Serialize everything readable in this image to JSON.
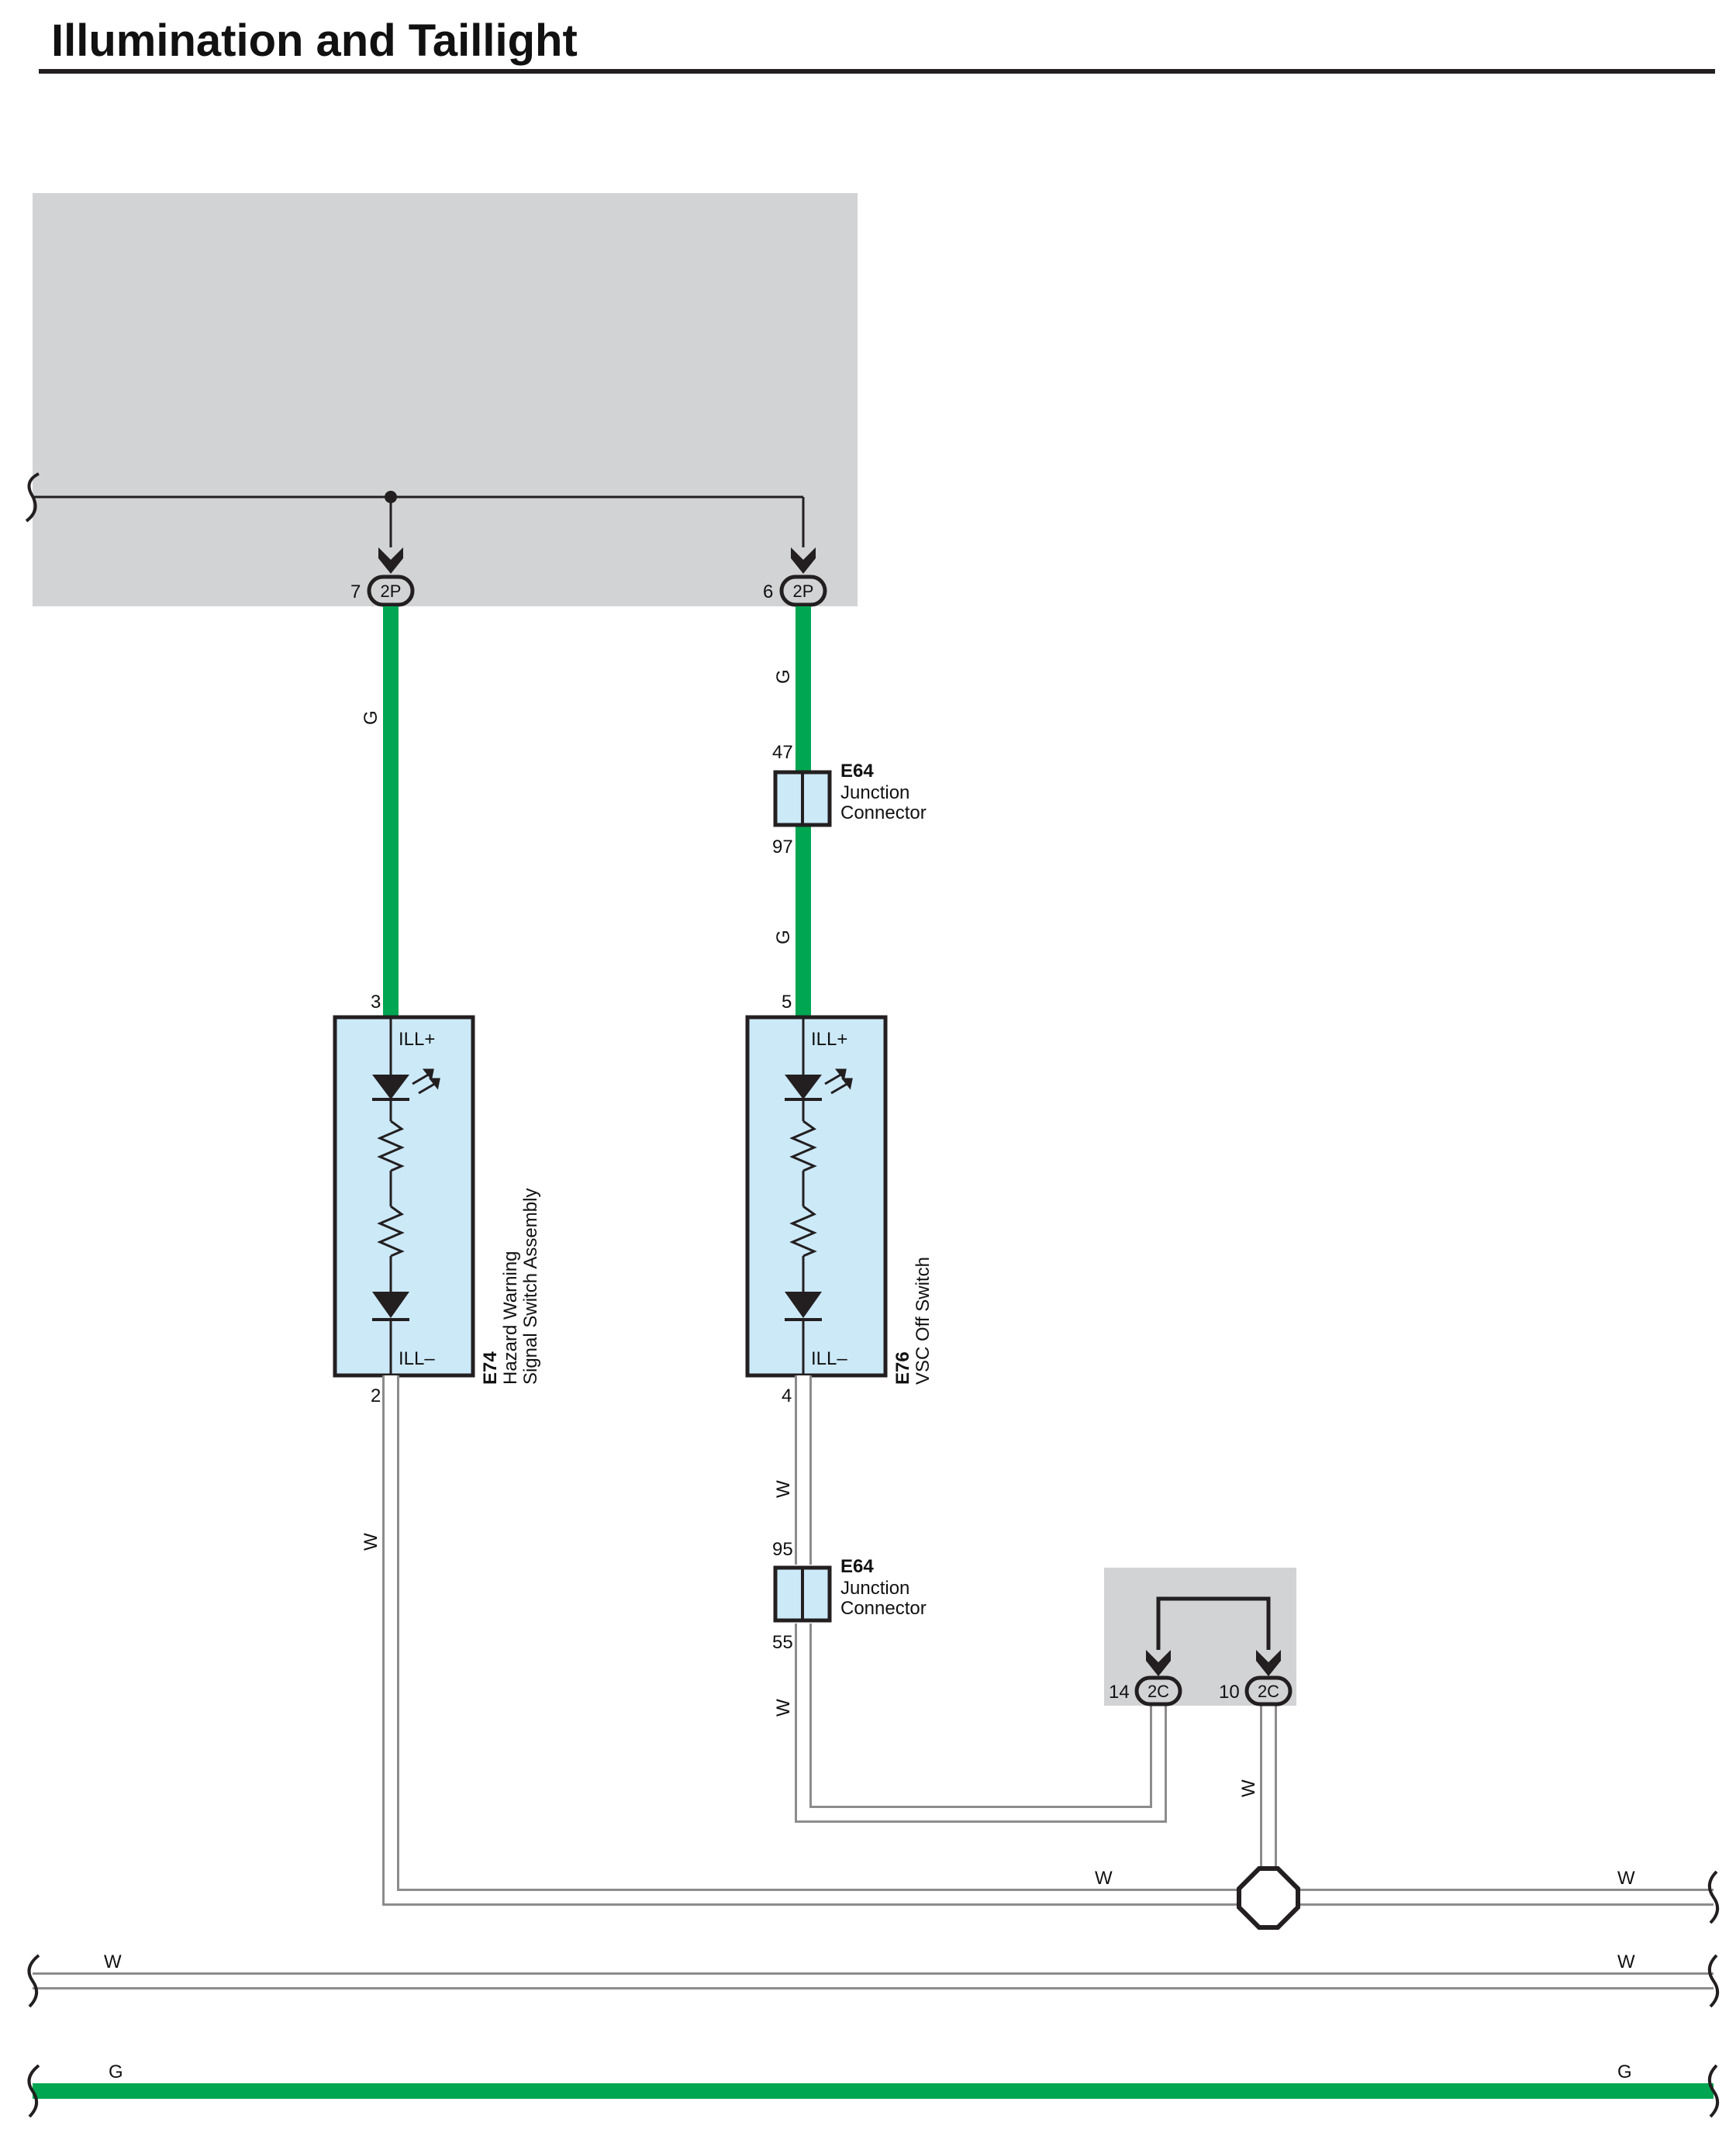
{
  "title": "Illumination and Taillight",
  "colors": {
    "green_wire": "#00a651",
    "white_wire_outline": "#8c8c8c",
    "component_fill": "#cce9f8",
    "shaded_area": "#d2d3d5",
    "stroke": "#231f20"
  },
  "connectors": {
    "top_left": {
      "pin": "7",
      "code": "2P"
    },
    "top_right": {
      "pin": "6",
      "code": "2P"
    },
    "bottom_left": {
      "pin": "14",
      "code": "2C"
    },
    "bottom_right": {
      "pin": "10",
      "code": "2C"
    }
  },
  "junction_upper": {
    "id": "E64",
    "line1": "Junction",
    "line2": "Connector",
    "pin_in": "47",
    "pin_out": "97"
  },
  "junction_lower": {
    "id": "E64",
    "line1": "Junction",
    "line2": "Connector",
    "pin_in": "95",
    "pin_out": "55"
  },
  "e74": {
    "id": "E74",
    "name_line1": "Hazard Warning",
    "name_line2": "Signal Switch Assembly",
    "pin_top": "3",
    "pin_bottom": "2",
    "term_top": "ILL+",
    "term_bottom": "ILL–"
  },
  "e76": {
    "id": "E76",
    "name_line1": "VSC Off Switch",
    "pin_top": "5",
    "pin_bottom": "4",
    "term_top": "ILL+",
    "term_bottom": "ILL–"
  },
  "wires": {
    "g1": "G",
    "g2": "G",
    "g3": "G",
    "w1": "W",
    "w2": "W",
    "w3": "W",
    "w4": "W",
    "bus_w1_left": "W",
    "bus_w1_right": "W",
    "bus_w2_left": "W",
    "bus_w2_right": "W",
    "bus_g_left": "G",
    "bus_g_right": "G"
  }
}
